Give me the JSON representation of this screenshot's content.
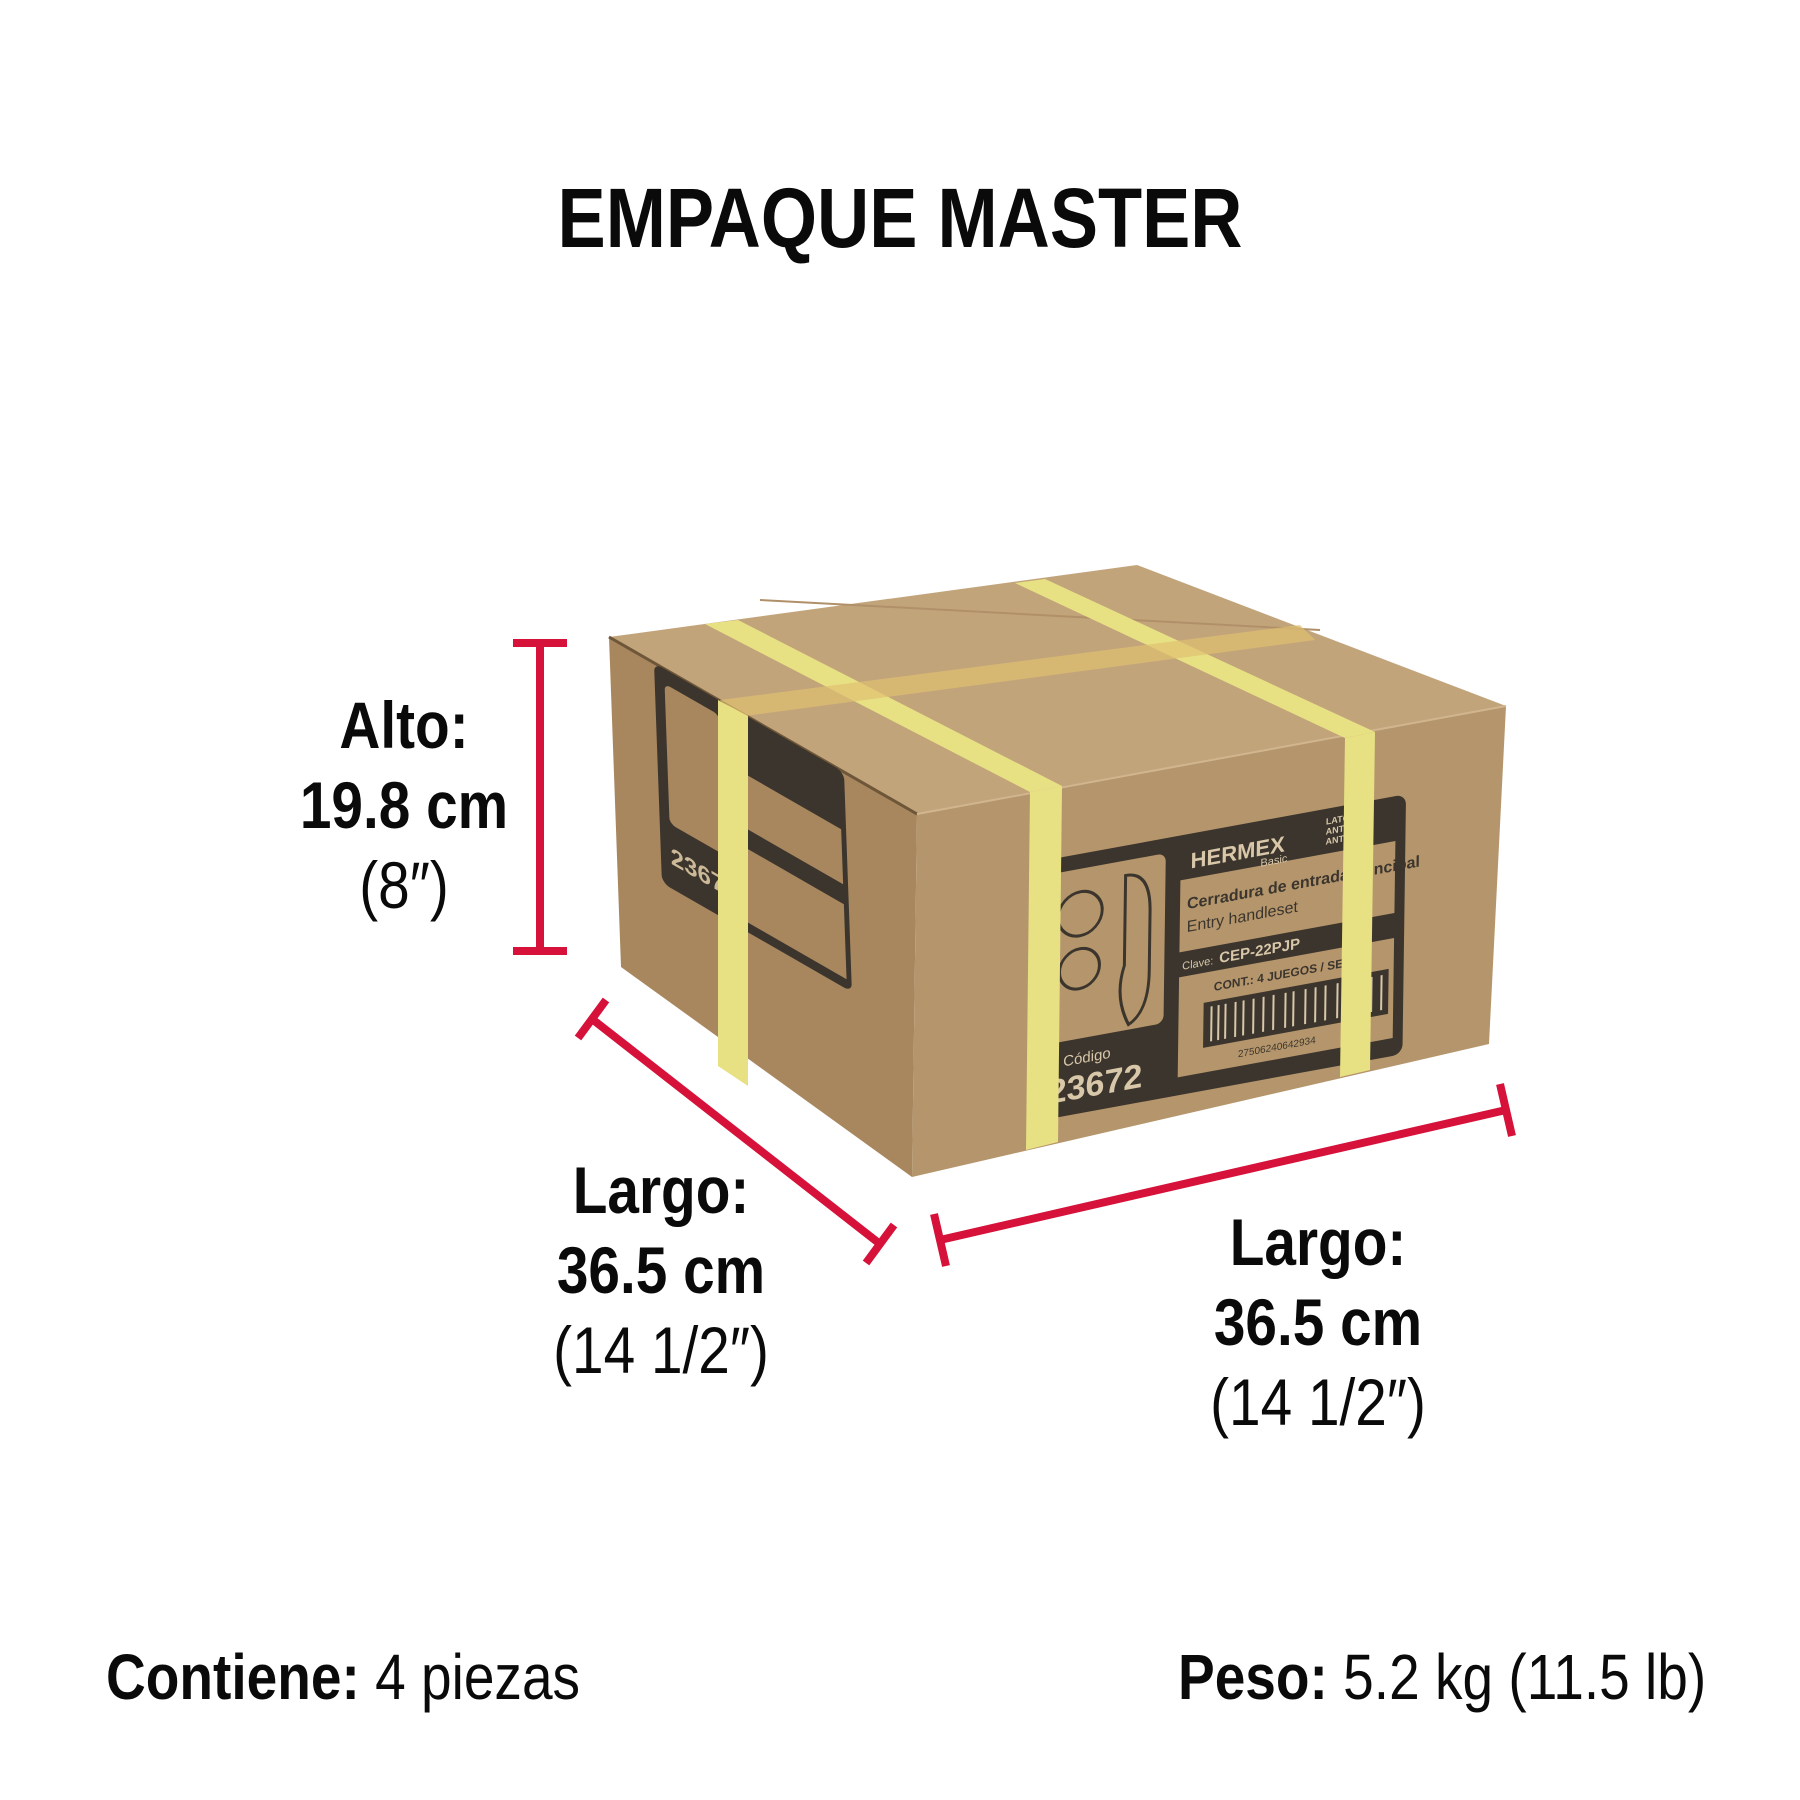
{
  "title": "EMPAQUE MASTER",
  "dimensions": {
    "alto": {
      "label": "Alto:",
      "metric": "19.8 cm",
      "imperial": "(8″)"
    },
    "largo_left": {
      "label": "Largo:",
      "metric": "36.5 cm",
      "imperial": "(14 1/2″)"
    },
    "largo_right": {
      "label": "Largo:",
      "metric": "36.5 cm",
      "imperial": "(14 1/2″)"
    }
  },
  "footer": {
    "contiene_label": "Contiene:",
    "contiene_value": "4 piezas",
    "peso_label": "Peso:",
    "peso_value": "5.2 kg (11.5 lb)"
  },
  "box_label": {
    "brand": "HERMEX",
    "brand_sub": "Basic",
    "finish": "LATÓN ANTIGUO ANTIQUE BRASS",
    "product_es": "Cerradura de entrada principal",
    "product_en": "Entry handleset",
    "clave_label": "Clave:",
    "clave": "CEP-22PJP",
    "contents": "CONT.: 4 JUEGOS / SETS",
    "barcode_number": "27506240642934",
    "codigo_label": "Código",
    "codigo": "23672"
  },
  "colors": {
    "accent": "#d6113a",
    "cardboard": "#b89a72",
    "strap": "#e8e184",
    "label_dark": "#3b352d"
  }
}
